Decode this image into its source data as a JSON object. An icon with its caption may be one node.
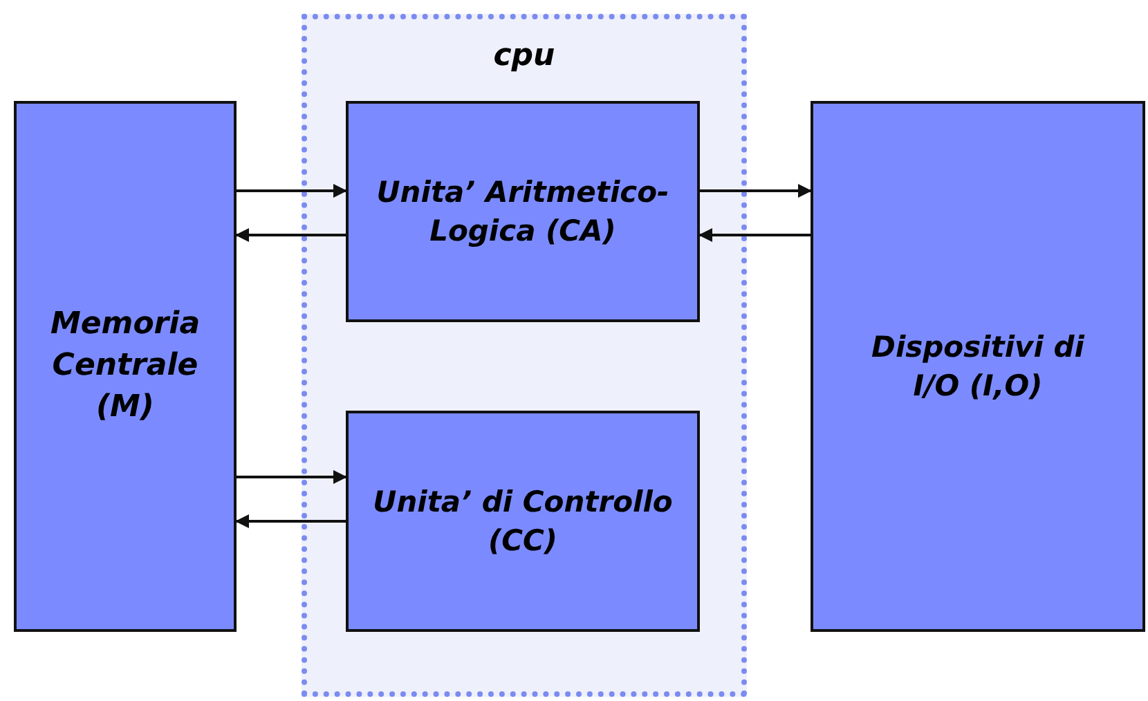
{
  "diagram": {
    "nodes": [
      {
        "text": [
          "cpu"
        ]
      },
      {
        "text": [
          "Memoria Centrale (M)"
        ]
      },
      {
        "text": [
          "Unita’ Aritmetico-Logica (CA)"
        ],
        "in": 0
      },
      {
        "text": [
          "Unita’ di Controllo (CC)"
        ],
        "in": 0
      },
      {
        "text": [
          "Dispositivi di I/O (I,O)"
        ]
      }
    ],
    "edges": [
      {
        "from": 1,
        "to": 2,
        "arrow": "to"
      },
      {
        "from": 2,
        "to": 1,
        "arrow": "to"
      },
      {
        "from": 2,
        "to": 4,
        "arrow": "to"
      },
      {
        "from": 4,
        "to": 2,
        "arrow": "to"
      },
      {
        "from": 1,
        "to": 3,
        "arrow": "to"
      },
      {
        "from": 3,
        "to": 1,
        "arrow": "to"
      }
    ]
  }
}
